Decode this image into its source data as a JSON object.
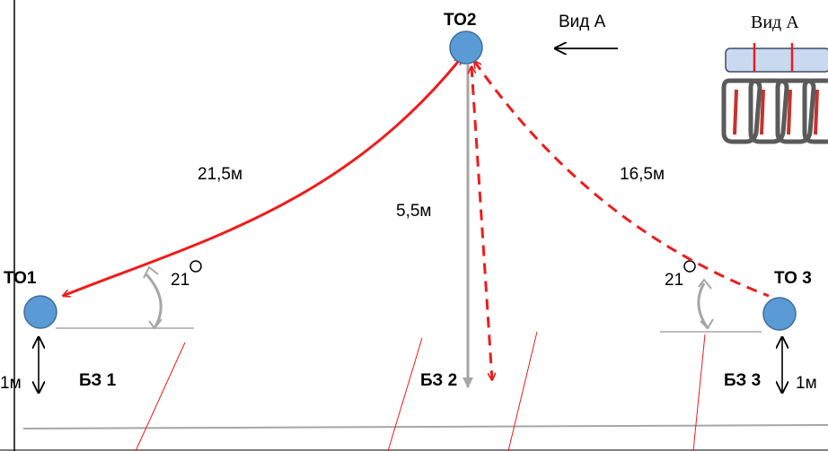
{
  "nodes": {
    "to1": "ТО1",
    "to2": "ТО2",
    "to3": "ТО 3"
  },
  "zones": {
    "bz1": "БЗ 1",
    "bz2": "БЗ 2",
    "bz3": "БЗ 3"
  },
  "distances": {
    "to1_to2": "21,5м",
    "to2_down": "5,5м",
    "to2_to3": "16,5м",
    "height_left": "1м",
    "height_right": "1м"
  },
  "angles": {
    "left": "21",
    "right": "21"
  },
  "view": {
    "arrow_label": "Вид  А",
    "inset_label": "Вид А"
  },
  "colors": {
    "node_fill": "#5b9bd5",
    "rope_red": "#ee1c1c",
    "gray": "#a6a6a6"
  }
}
